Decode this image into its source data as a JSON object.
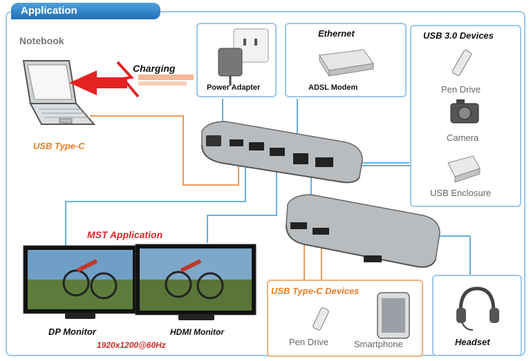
{
  "header": {
    "tab_label": "Application"
  },
  "notebook": {
    "title": "Notebook",
    "charging_label": "Charging",
    "connector_label": "USB Type-C"
  },
  "power_adapter": {
    "label": "Power Adapter"
  },
  "ethernet": {
    "title": "Ethernet",
    "device_label": "ADSL Modem"
  },
  "usb3": {
    "title": "USB 3.0 Devices",
    "items": [
      {
        "label": "Pen Drive",
        "icon": "pen-drive-icon"
      },
      {
        "label": "Camera",
        "icon": "camera-icon"
      },
      {
        "label": "USB Enclosure",
        "icon": "usb-enclosure-icon"
      }
    ]
  },
  "mst": {
    "title": "MST Application",
    "resolution": "1920x1200@60Hz"
  },
  "monitors": [
    {
      "label": "DP Monitor"
    },
    {
      "label": "HDMI Monitor"
    }
  ],
  "usbc_devices": {
    "title": "USB Type-C Devices",
    "items": [
      {
        "label": "Pen Drive",
        "icon": "pen-drive-icon"
      },
      {
        "label": "Smartphone",
        "icon": "smartphone-icon"
      }
    ]
  },
  "headset": {
    "label": "Headset"
  },
  "colors": {
    "accent_blue": "#1f6fb8",
    "border_blue": "#9cc7e8",
    "usbc_orange": "#f0b27a",
    "mst_red": "#d62828",
    "arrow_red": "#e32222"
  }
}
